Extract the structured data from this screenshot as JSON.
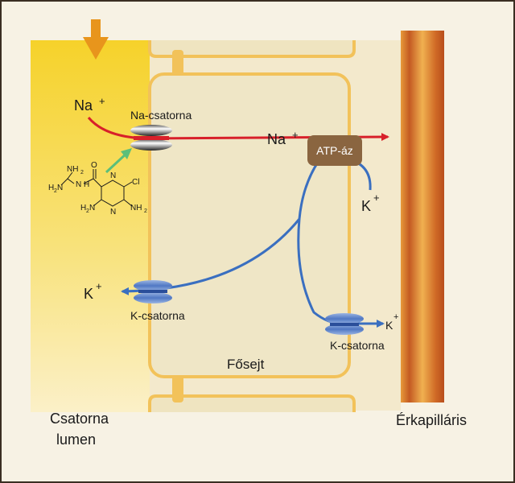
{
  "labels": {
    "na_top": "Na",
    "na_top_sup": "+",
    "na_channel": "Na-csatorna",
    "na_mid": "Na",
    "na_mid_sup": "+",
    "atpase": "ATP-áz",
    "k_right": "K",
    "k_right_sup": "+",
    "k_left": "K",
    "k_left_sup": "+",
    "k_channel_left": "K-csatorna",
    "k_far_right": "K",
    "k_far_right_sup": "+",
    "k_channel_right": "K-csatorna",
    "principal_cell": "Fősejt",
    "lumen_line1": "Csatorna",
    "lumen_line2": "lumen",
    "capillary": "Érkapilláris"
  },
  "molecule": {
    "nh2_top": "NH",
    "nh2_top_sub": "2",
    "o": "O",
    "h2n_left": "H",
    "h2n_left_sub": "2",
    "h2n_left_n": "N",
    "n_amide": "N",
    "n_amide_h": "H",
    "n_ring_top": "N",
    "cl": "Cl",
    "n_ring_bottom": "N",
    "h2n_bottom": "H",
    "h2n_bottom_sub": "2",
    "h2n_bottom_n": "N",
    "nh2_bottom_right": "NH",
    "nh2_bottom_right_sub": "2"
  },
  "colors": {
    "background": "#f7f2e4",
    "border": "#3a2e22",
    "lumen_yellow": "#f6d63a",
    "cell_fill": "#efe6c6",
    "cell_stroke": "#f2c25a",
    "capillary": "#d8742a",
    "arrow_orange": "#e8951c",
    "sodium_red": "#d8202a",
    "potassium_blue": "#3a6fc0",
    "atpase_brown": "#8a6540",
    "inhibitor_green": "#5bbf7a"
  },
  "icons": {
    "flow_arrow": "down-arrow-icon",
    "na_channel": "ion-channel-icon",
    "k_channel": "ion-channel-icon"
  }
}
